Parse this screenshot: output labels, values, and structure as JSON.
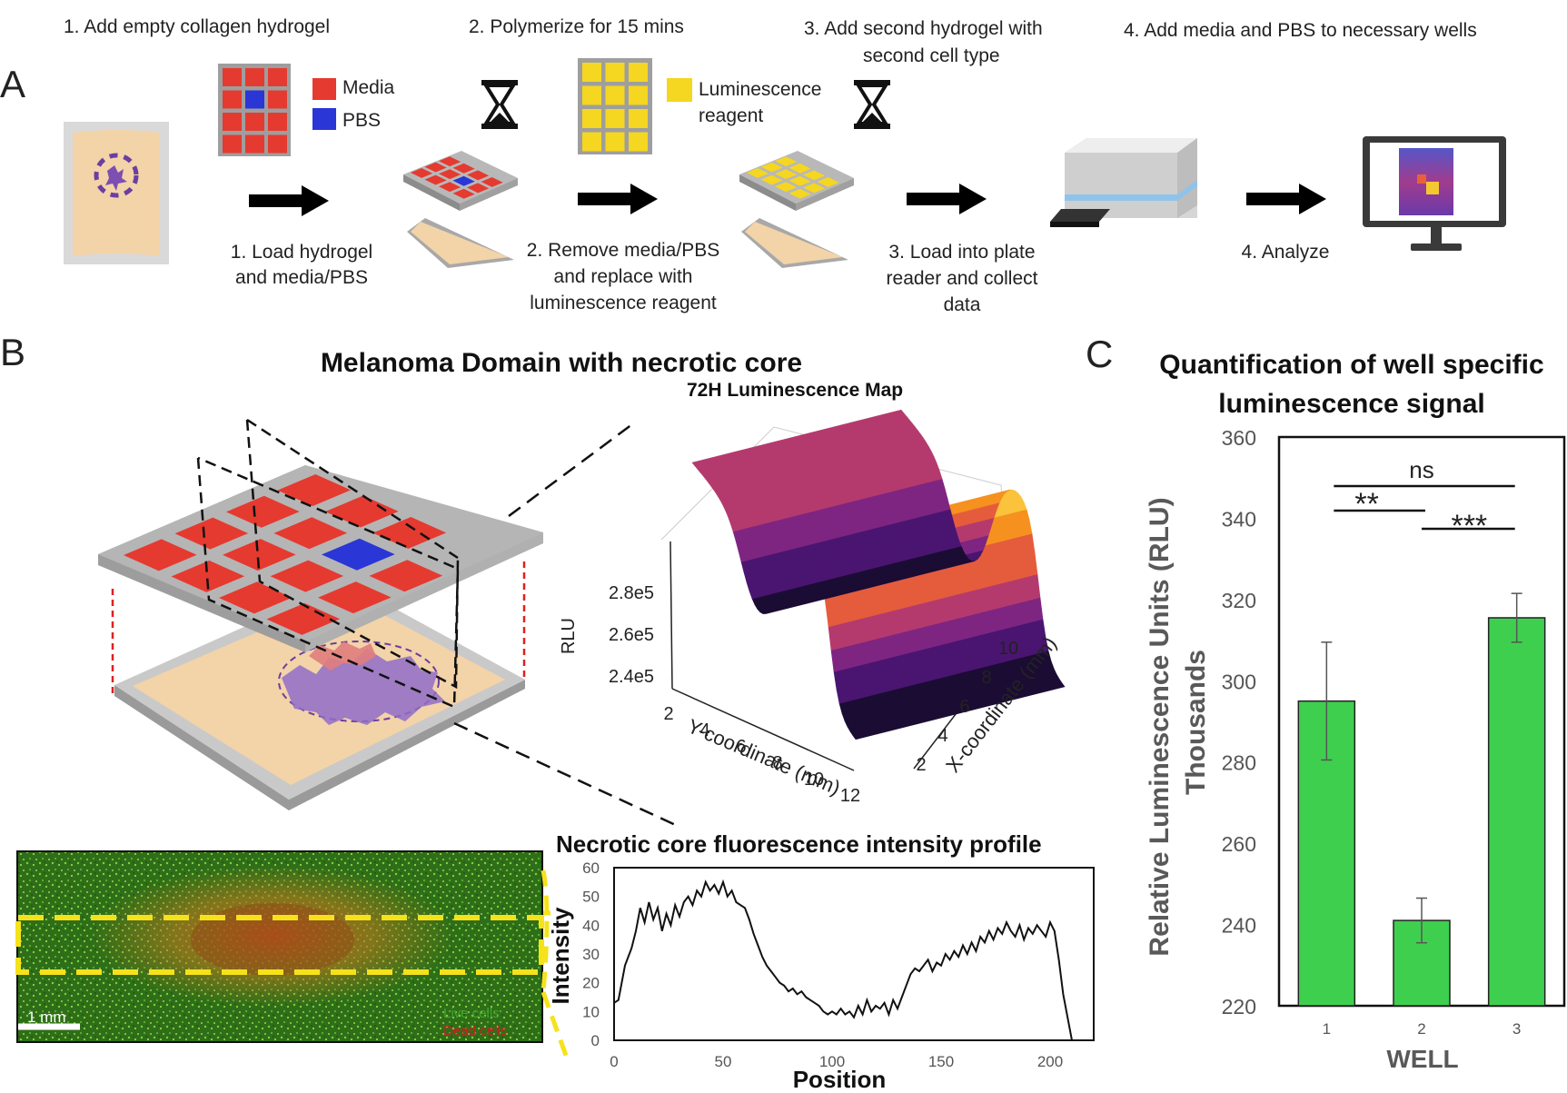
{
  "panel_a": {
    "label": "A",
    "step_titles": [
      "1. Add empty collagen hydrogel",
      "2. Polymerize for 15 mins",
      "3. Add second hydrogel with",
      "second cell type",
      "4. Add media and PBS to necessary wells"
    ],
    "legend_media": "Media",
    "legend_pbs": "PBS",
    "legend_lum_1": "Luminescence",
    "legend_lum_2": "reagent",
    "step_captions": [
      [
        "1. Load hydrogel",
        "and media/PBS"
      ],
      [
        "2. Remove media/PBS",
        "and replace with",
        "luminescence reagent"
      ],
      [
        "3. Load into plate",
        "reader and collect",
        "data"
      ],
      [
        "4. Analyze"
      ]
    ],
    "colors": {
      "media": "#e53a30",
      "pbs": "#2a36d6",
      "reagent": "#f5d620",
      "hydrogel": "#f3d3a8",
      "frame": "#b3b3b3"
    }
  },
  "panel_b": {
    "label": "B",
    "title": "Melanoma Domain with necrotic core",
    "map_title": "72H Luminescence Map",
    "surface": {
      "zlabel": "RLU",
      "zticks": [
        "2.4e5",
        "2.6e5",
        "2.8e5"
      ],
      "xlabel": "Y-coordinate (mm)",
      "xticks": [
        "2",
        "4",
        "6",
        "8",
        "10",
        "12"
      ],
      "ylabel": "X-coordinate (mm)",
      "yticks": [
        "2",
        "4",
        "6",
        "8",
        "10"
      ],
      "colormap": [
        "#1b0c34",
        "#4a1570",
        "#7e2582",
        "#b43a6e",
        "#e55c3c",
        "#f69120",
        "#fbc23b"
      ]
    },
    "micrograph": {
      "scalebar": "1 mm",
      "live_label": "Live cells",
      "dead_label": "Dead cells"
    },
    "profile_title": "Necrotic core fluorescence intensity profile"
  },
  "panel_c": {
    "label": "C",
    "title_1": "Quantification of well specific",
    "title_2": "luminescence signal",
    "ylabel_1": "Relative Luminescence Units (RLU)",
    "ylabel_2": "Thousands",
    "xlabel": "WELL",
    "sig": {
      "ns": "ns",
      "two": "**",
      "three": "***"
    }
  },
  "chart_data": [
    {
      "type": "line",
      "title": "Necrotic core fluorescence intensity profile",
      "xlabel": "Position",
      "ylabel": "Intensity",
      "xlim": [
        0,
        220
      ],
      "ylim": [
        0,
        60
      ],
      "xticks": [
        0,
        50,
        100,
        150,
        200
      ],
      "yticks": [
        0,
        10,
        20,
        30,
        40,
        50,
        60
      ],
      "x": [
        0,
        2,
        5,
        8,
        10,
        12,
        14,
        16,
        18,
        20,
        22,
        24,
        26,
        28,
        30,
        32,
        34,
        36,
        38,
        40,
        42,
        44,
        46,
        48,
        50,
        52,
        54,
        56,
        58,
        60,
        62,
        64,
        66,
        68,
        70,
        72,
        74,
        76,
        78,
        80,
        82,
        84,
        86,
        88,
        90,
        92,
        94,
        96,
        98,
        100,
        102,
        104,
        106,
        108,
        110,
        112,
        114,
        116,
        118,
        120,
        122,
        124,
        126,
        128,
        130,
        132,
        134,
        136,
        138,
        140,
        142,
        144,
        146,
        148,
        150,
        152,
        154,
        156,
        158,
        160,
        162,
        164,
        166,
        168,
        170,
        172,
        174,
        176,
        178,
        180,
        182,
        184,
        186,
        188,
        190,
        192,
        194,
        196,
        198,
        200,
        202,
        204,
        206,
        208,
        210
      ],
      "y": [
        13,
        14,
        26,
        32,
        38,
        46,
        41,
        48,
        42,
        46,
        38,
        44,
        40,
        47,
        43,
        48,
        50,
        47,
        52,
        50,
        55,
        52,
        54,
        51,
        55,
        50,
        52,
        48,
        47,
        46,
        42,
        37,
        33,
        29,
        26,
        24,
        22,
        20,
        19,
        17,
        18,
        16,
        17,
        15,
        14,
        13,
        12,
        10,
        9,
        10,
        9,
        11,
        9,
        10,
        8,
        12,
        9,
        14,
        10,
        12,
        11,
        13,
        9,
        14,
        11,
        15,
        19,
        23,
        25,
        24,
        26,
        28,
        24,
        27,
        26,
        30,
        28,
        31,
        29,
        33,
        30,
        34,
        31,
        36,
        34,
        38,
        35,
        39,
        37,
        41,
        38,
        36,
        40,
        35,
        39,
        37,
        40,
        38,
        36,
        41,
        38,
        28,
        16,
        8,
        0
      ]
    },
    {
      "type": "bar",
      "title": "Quantification of well specific luminescence signal",
      "xlabel": "WELL",
      "ylabel": "Relative Luminescence Units (RLU) Thousands",
      "categories": [
        "1",
        "2",
        "3"
      ],
      "values": [
        295,
        241,
        315.5
      ],
      "errors": [
        14.5,
        5.5,
        6
      ],
      "ylim": [
        220,
        360
      ],
      "yticks": [
        220,
        240,
        260,
        280,
        300,
        320,
        340,
        360
      ],
      "bar_color": "#3fcf4f",
      "significance": [
        {
          "label": "ns",
          "between": [
            "1",
            "3"
          ]
        },
        {
          "label": "**",
          "between": [
            "1",
            "2"
          ]
        },
        {
          "label": "***",
          "between": [
            "2",
            "3"
          ]
        }
      ]
    }
  ]
}
